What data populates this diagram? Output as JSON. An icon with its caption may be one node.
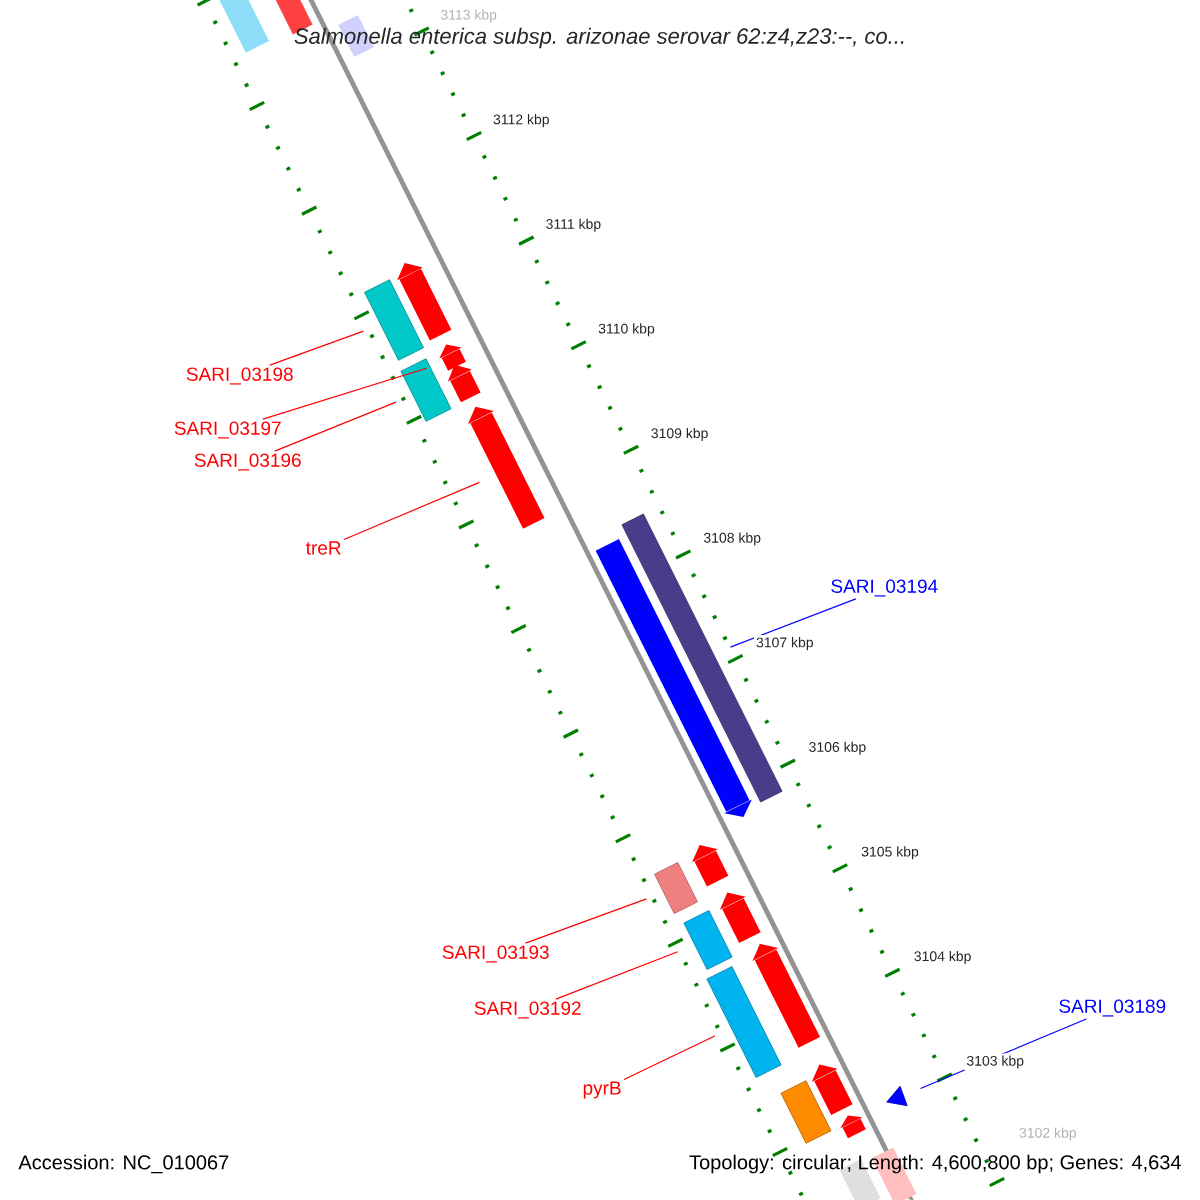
{
  "diagram": {
    "title": "Salmonella enterica subsp. arizonae serovar 62:z4,z23:--, co...",
    "nodes": [
      {
        "text": [],
        "shape": "bar"
      },
      {
        "text": [],
        "shape": "arrow"
      },
      {
        "text": [],
        "shape": "arrow"
      },
      {
        "text": [],
        "shape": "arrow"
      },
      {
        "text": [],
        "shape": "bar"
      },
      {
        "text": [],
        "shape": "arrow"
      },
      {
        "text": [],
        "shape": "arrow"
      },
      {
        "text": [],
        "shape": "bar"
      },
      {
        "text": [],
        "shape": "bar"
      },
      {
        "text": [],
        "shape": "arrow"
      },
      {
        "text": [],
        "shape": "bar"
      },
      {
        "text": [],
        "shape": "bar"
      },
      {
        "text": [],
        "shape": "arrow"
      },
      {
        "text": [],
        "shape": "arrow"
      },
      {
        "text": [],
        "shape": "bar"
      },
      {
        "text": [],
        "shape": "arrow"
      },
      {
        "text": [],
        "shape": "arrow"
      },
      {
        "text": [],
        "shape": "triangle"
      },
      {
        "text": [
          "SARI_03198"
        ]
      },
      {
        "text": [
          "SARI_03197"
        ]
      },
      {
        "text": [
          "SARI_03196"
        ]
      },
      {
        "text": [
          "treR"
        ]
      },
      {
        "text": [
          "SARI_03194"
        ]
      },
      {
        "text": [
          "SARI_03193"
        ]
      },
      {
        "text": [
          "SARI_03192"
        ]
      },
      {
        "text": [
          "pyrB"
        ]
      },
      {
        "text": [
          "SARI_03189"
        ]
      }
    ],
    "edges": [
      {
        "from": 18,
        "to": 0,
        "arrow": "none"
      },
      {
        "from": 19,
        "to": 2,
        "arrow": "none"
      },
      {
        "from": 20,
        "to": 4,
        "arrow": "none"
      },
      {
        "from": 21,
        "to": 5,
        "arrow": "none"
      },
      {
        "from": 22,
        "to": 7,
        "arrow": "none",
        "color": "#0000ff"
      },
      {
        "from": 23,
        "to": 8,
        "arrow": "none"
      },
      {
        "from": 24,
        "to": 10,
        "arrow": "none"
      },
      {
        "from": 25,
        "to": 11,
        "arrow": "none"
      },
      {
        "from": 26,
        "to": 17,
        "arrow": "none",
        "color": "#0000ff"
      }
    ],
    "labels": [
      "3113 kbp",
      "3112 kbp",
      "3111 kbp",
      "3110 kbp",
      "3109 kbp",
      "3108 kbp",
      "3107 kbp",
      "3106 kbp",
      "3105 kbp",
      "3104 kbp",
      "3103 kbp",
      "3102 kbp",
      "Accession: NC_010067",
      "Topology: circular; Length: 4,600,800 bp; Genes: 4,634"
    ]
  }
}
